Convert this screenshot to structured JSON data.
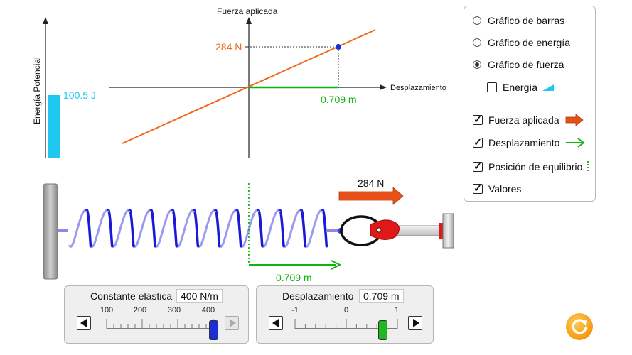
{
  "energy_bar": {
    "axis_label": "Energía Potencial",
    "value_label": "100.5 J",
    "color": "#1ec8f0"
  },
  "force_graph": {
    "y_axis_label": "Fuerza aplicada",
    "x_axis_label": "Desplazamiento",
    "force_label": "284 N",
    "displacement_label": "0.709 m",
    "line_color": "#ee6a1a",
    "displacement_color": "#0fb30f"
  },
  "scene": {
    "force_arrow_label": "284 N",
    "displacement_arrow_label": "0.709 m",
    "spring_color": "#1a1ad6",
    "force_arrow_color": "#e8501a"
  },
  "panel": {
    "radio_options": [
      {
        "label": "Gráfico de barras",
        "selected": false
      },
      {
        "label": "Gráfico de energía",
        "selected": false
      },
      {
        "label": "Gráfico de fuerza",
        "selected": true
      }
    ],
    "energy_checkbox": {
      "label": "Energía",
      "checked": false
    },
    "checkboxes": [
      {
        "label": "Fuerza aplicada",
        "checked": true,
        "icon": "orange-arrow-icon"
      },
      {
        "label": "Desplazamiento",
        "checked": true,
        "icon": "green-arrow-icon"
      },
      {
        "label": "Posición de equilibrio",
        "checked": true,
        "icon": "dotted-line-icon"
      },
      {
        "label": "Valores",
        "checked": true
      }
    ]
  },
  "spring_constant_slider": {
    "label": "Constante elástica",
    "value": "400 N/m",
    "ticks": [
      "100",
      "200",
      "300",
      "400"
    ],
    "current": 400,
    "min": 100,
    "max": 400,
    "thumb_color": "#1a2fd6"
  },
  "displacement_slider": {
    "label": "Desplazamiento",
    "value": "0.709 m",
    "ticks": [
      "-1",
      "0",
      "1"
    ],
    "current": 0.709,
    "min": -1,
    "max": 1,
    "thumb_color": "#1fb81f"
  },
  "reset_button": {
    "icon": "reset-icon",
    "color": "#f59a12"
  }
}
